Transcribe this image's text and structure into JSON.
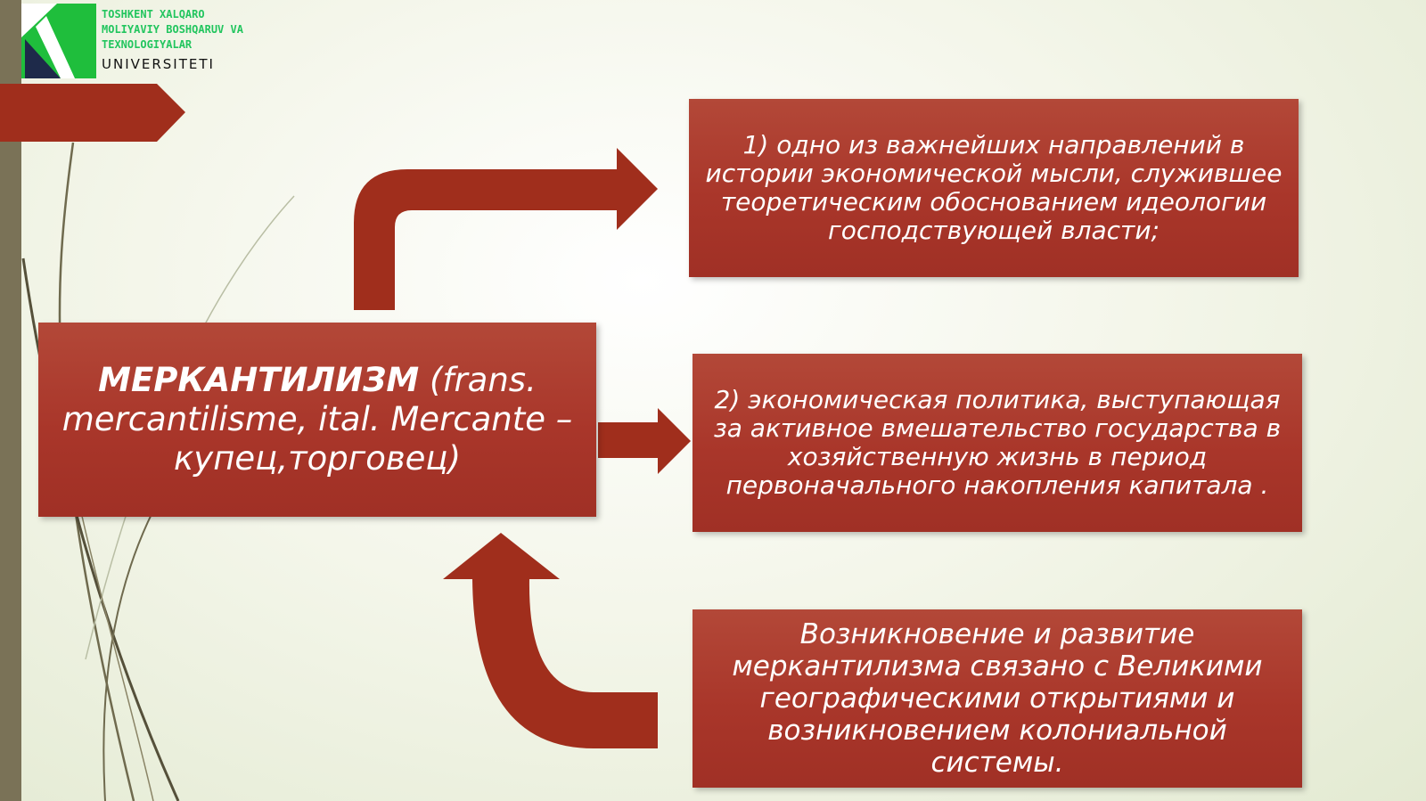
{
  "logo": {
    "line1": "TOSHKENT XALQARO",
    "line2": "MOLIYAVIY BOSHQARUV VA",
    "line3": "TEXNOLOGIYALAR",
    "line4": "UNIVERSITETI"
  },
  "diagram": {
    "main": {
      "term": "МЕРКАНТИЛИЗМ",
      "etymology": " (frans. mercantilisme, ital. Mercante – купец,торговец)"
    },
    "definition_1": "1) одно из важнейших направлений в истории экономической мысли, служившее теоретическим обоснованием идеологии господствующей власти;",
    "definition_2": "2) экономическая политика, выступающая за активное вмешательство государства в хозяйственную жизнь в период первоначального накопления капитала .",
    "origin_note": "Возникновение и развитие меркантилизма связано с Великими географическими открытиями и возникновением колониальной системы."
  },
  "colors": {
    "box_fill": "#a9362a",
    "arrow_fill": "#a02e1c",
    "logo_green": "#22c55e",
    "side_strip": "#7a7257"
  }
}
